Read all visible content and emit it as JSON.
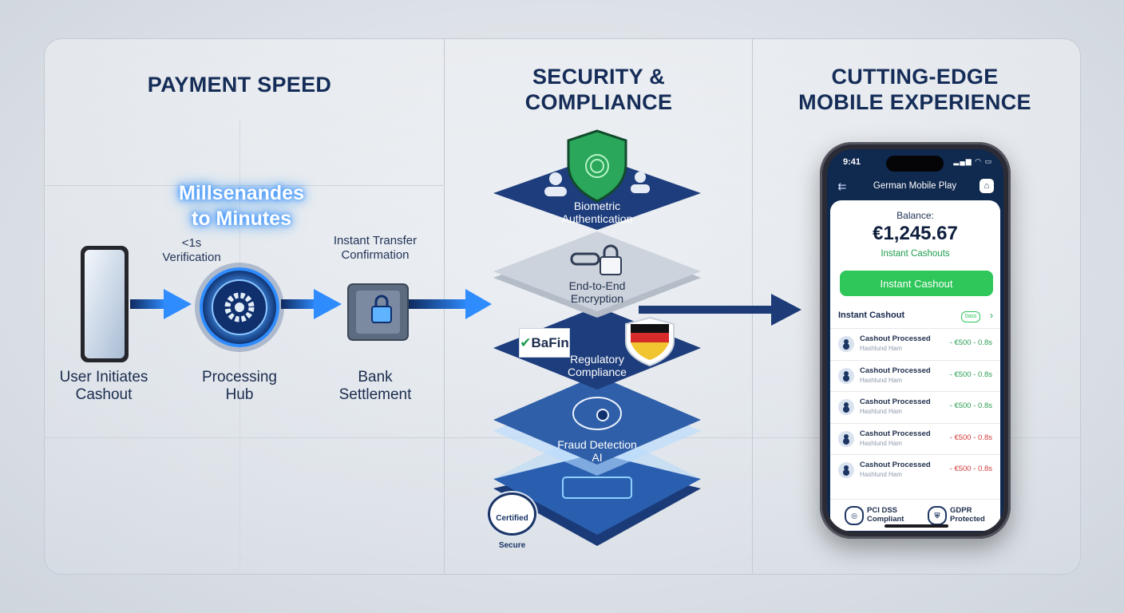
{
  "sections": {
    "payment_speed": {
      "title": "PAYMENT SPEED",
      "headline": [
        "Millsenandes",
        "to Minutes"
      ],
      "step1": [
        "User Initiates",
        "Cashout"
      ],
      "step2": [
        "Processing",
        "Hub"
      ],
      "step3": [
        "Bank",
        "Settlement"
      ],
      "note_verify": [
        "<1s",
        "Verification"
      ],
      "note_transfer": [
        "Instant Transfer",
        "Confirmation"
      ]
    },
    "security": {
      "title": [
        "SECURITY &",
        "COMPLIANCE"
      ],
      "layers": [
        [
          "Biometric",
          "Authentication"
        ],
        [
          "End-to-End",
          "Encryption"
        ],
        [
          "Regulatory",
          "Compliance"
        ],
        [
          "Fraud Detection",
          "AI"
        ]
      ],
      "bafin_prefix": "Ba",
      "bafin_rest": "Fin",
      "certified": [
        "Certified",
        "Secure"
      ]
    },
    "mobile": {
      "title": [
        "CUTTING-EDGE",
        "MOBILE EXPERIENCE"
      ]
    }
  },
  "phone": {
    "time": "9:41",
    "status_icons": "▂▄▆ ◠ ▭",
    "app_title": "German Mobile Play",
    "back_icon": "⇇",
    "home_icon": "⌂",
    "balance_label": "Balance:",
    "balance_value": "€1,245.67",
    "balance_sub": "Instant Cashouts",
    "cashout_button": "Instant Cashout",
    "section_title": "Instant Cashout",
    "toggle_label": "0ass",
    "chevron": "›",
    "transactions": [
      {
        "title": "Cashout Processed",
        "sub": "Hashlund Ham",
        "amount": "- €500 - 0.8s",
        "color": "#2a9d52"
      },
      {
        "title": "Cashout Processed",
        "sub": "Hashlund Ham",
        "amount": "- €500 - 0.8s",
        "color": "#2a9d52"
      },
      {
        "title": "Cashout Processed",
        "sub": "Hashlund Ham",
        "amount": "- €500 - 0.8s",
        "color": "#2a9d52"
      },
      {
        "title": "Cashout Processed",
        "sub": "Hashlund Ham",
        "amount": "- €500 - 0.8s",
        "color": "#d23a3a"
      },
      {
        "title": "Cashout Processed",
        "sub": "Hashlund Ham",
        "amount": "- €500 - 0.8s",
        "color": "#d23a3a"
      }
    ],
    "badges": [
      {
        "line1": "PCI DSS",
        "line2": "Compliant",
        "icon": "◎"
      },
      {
        "line1": "GDPR",
        "line2": "Protected",
        "icon": "⛨"
      }
    ]
  },
  "colors": {
    "navy": "#142c57",
    "glow_blue": "#2f8cff",
    "green": "#2fc65a"
  }
}
